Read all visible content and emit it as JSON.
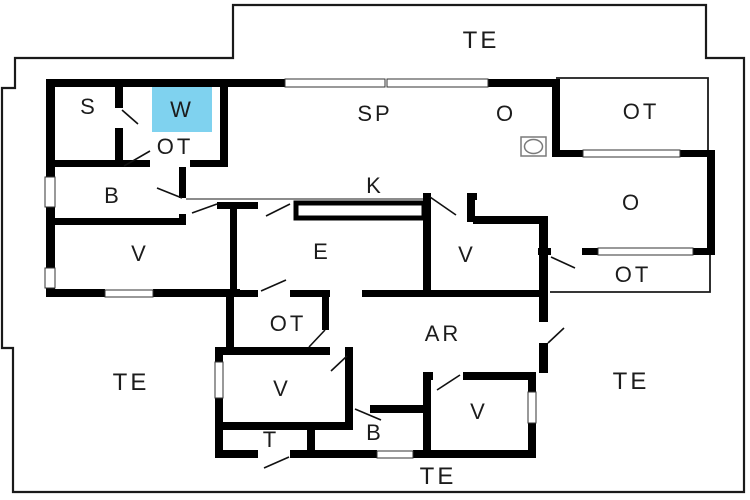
{
  "plan": {
    "title": "floor-plan",
    "wall_color": "#000000",
    "rooms": [
      {
        "id": "s",
        "text": "S"
      },
      {
        "id": "w",
        "text": "W"
      },
      {
        "id": "ot-entry",
        "text": "OT"
      },
      {
        "id": "b-top",
        "text": "B"
      },
      {
        "id": "v-top-left",
        "text": "V"
      },
      {
        "id": "sp",
        "text": "SP"
      },
      {
        "id": "o-living",
        "text": "O"
      },
      {
        "id": "ot-top-right",
        "text": "OT"
      },
      {
        "id": "o-right",
        "text": "O"
      },
      {
        "id": "ot-right",
        "text": "OT"
      },
      {
        "id": "k",
        "text": "K"
      },
      {
        "id": "e",
        "text": "E"
      },
      {
        "id": "v-center",
        "text": "V"
      },
      {
        "id": "ar",
        "text": "AR"
      },
      {
        "id": "ot-middle",
        "text": "OT"
      },
      {
        "id": "v-bottom-left",
        "text": "V"
      },
      {
        "id": "v-bottom-right",
        "text": "V"
      },
      {
        "id": "b-bottom",
        "text": "B"
      },
      {
        "id": "t",
        "text": "T"
      }
    ],
    "terraces": [
      {
        "id": "te-top",
        "text": "TE"
      },
      {
        "id": "te-left",
        "text": "TE"
      },
      {
        "id": "te-right",
        "text": "TE"
      },
      {
        "id": "te-bottom",
        "text": "TE"
      }
    ],
    "highlight": {
      "room": "W",
      "color": "#7fd2ef"
    }
  }
}
